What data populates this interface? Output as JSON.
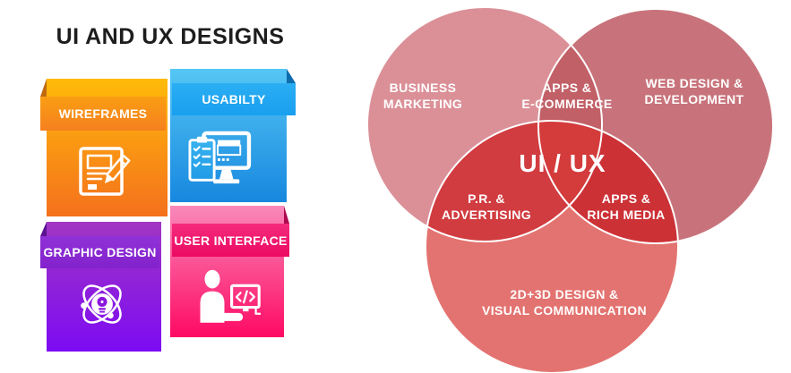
{
  "title": "UI AND UX DESIGNS",
  "cards": [
    {
      "label": "WIREFRAMES",
      "icon": "document-pencil",
      "body_top": "#FFBB09",
      "body_bottom": "#F4701D",
      "ribbon": "#F78E1C",
      "fold": "#C06A10"
    },
    {
      "label": "USABILTY",
      "icon": "checklist-monitor",
      "body_top": "#55C6F4",
      "body_bottom": "#1787DF",
      "ribbon": "#1FA7F0",
      "fold": "#0E6CAE"
    },
    {
      "label": "GRAPHIC DESIGN",
      "icon": "atom-lightbulb",
      "body_top": "#A136C2",
      "body_bottom": "#7C0BF3",
      "ribbon": "#8928D2",
      "fold": "#5C1592"
    },
    {
      "label": "USER INTERFACE",
      "icon": "person-coding",
      "body_top": "#F989BA",
      "body_bottom": "#FE0A64",
      "ribbon": "#F01670",
      "fold": "#AE0A50"
    }
  ],
  "venn": {
    "text_color": "#FFFFFF",
    "center": {
      "label": "UI / UX",
      "color": "#D43B3B"
    },
    "circles": {
      "business": {
        "line1": "BUSINESS",
        "line2": "MARKETING",
        "color": "#DB9098"
      },
      "web": {
        "line1": "WEB DESIGN &",
        "line2": "DEVELOPMENT",
        "color": "#C8737B"
      },
      "visual": {
        "line1": "2D+3D DESIGN &",
        "line2": "VISUAL COMMUNICATION",
        "color": "#E37370"
      }
    },
    "overlaps": {
      "ecommerce": {
        "line1": "APPS &",
        "line2": "E-COMMERCE",
        "color": "#C26067"
      },
      "pr": {
        "line1": "P.R. &",
        "line2": "ADVERTISING",
        "color": "#D13C40"
      },
      "richmedia": {
        "line1": "APPS &",
        "line2": "RICH MEDIA",
        "color": "#CC3136"
      }
    }
  }
}
